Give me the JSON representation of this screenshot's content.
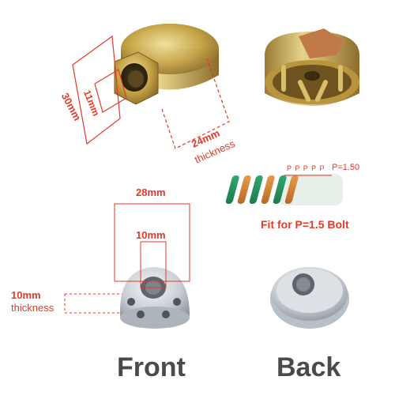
{
  "colors": {
    "annotation": "#e03a2a",
    "caption": "#4a4a4a",
    "brass": "#c9a74a",
    "zinc": "#d7dbe0"
  },
  "top_left": {
    "width_label": "30mm",
    "hole_label": "11mm",
    "thickness_value": "24mm",
    "thickness_word": "thickness"
  },
  "pitch": {
    "p_marks": [
      "P",
      "P",
      "P",
      "P",
      "P"
    ],
    "pitch_label": "P=1.50",
    "fit_label": "Fit for P=1.5 Bolt"
  },
  "front_nut": {
    "diameter_label": "28mm",
    "hole_label": "10mm",
    "thickness_value": "10mm",
    "thickness_word": "thickness"
  },
  "captions": {
    "front": "Front",
    "back": "Back"
  }
}
